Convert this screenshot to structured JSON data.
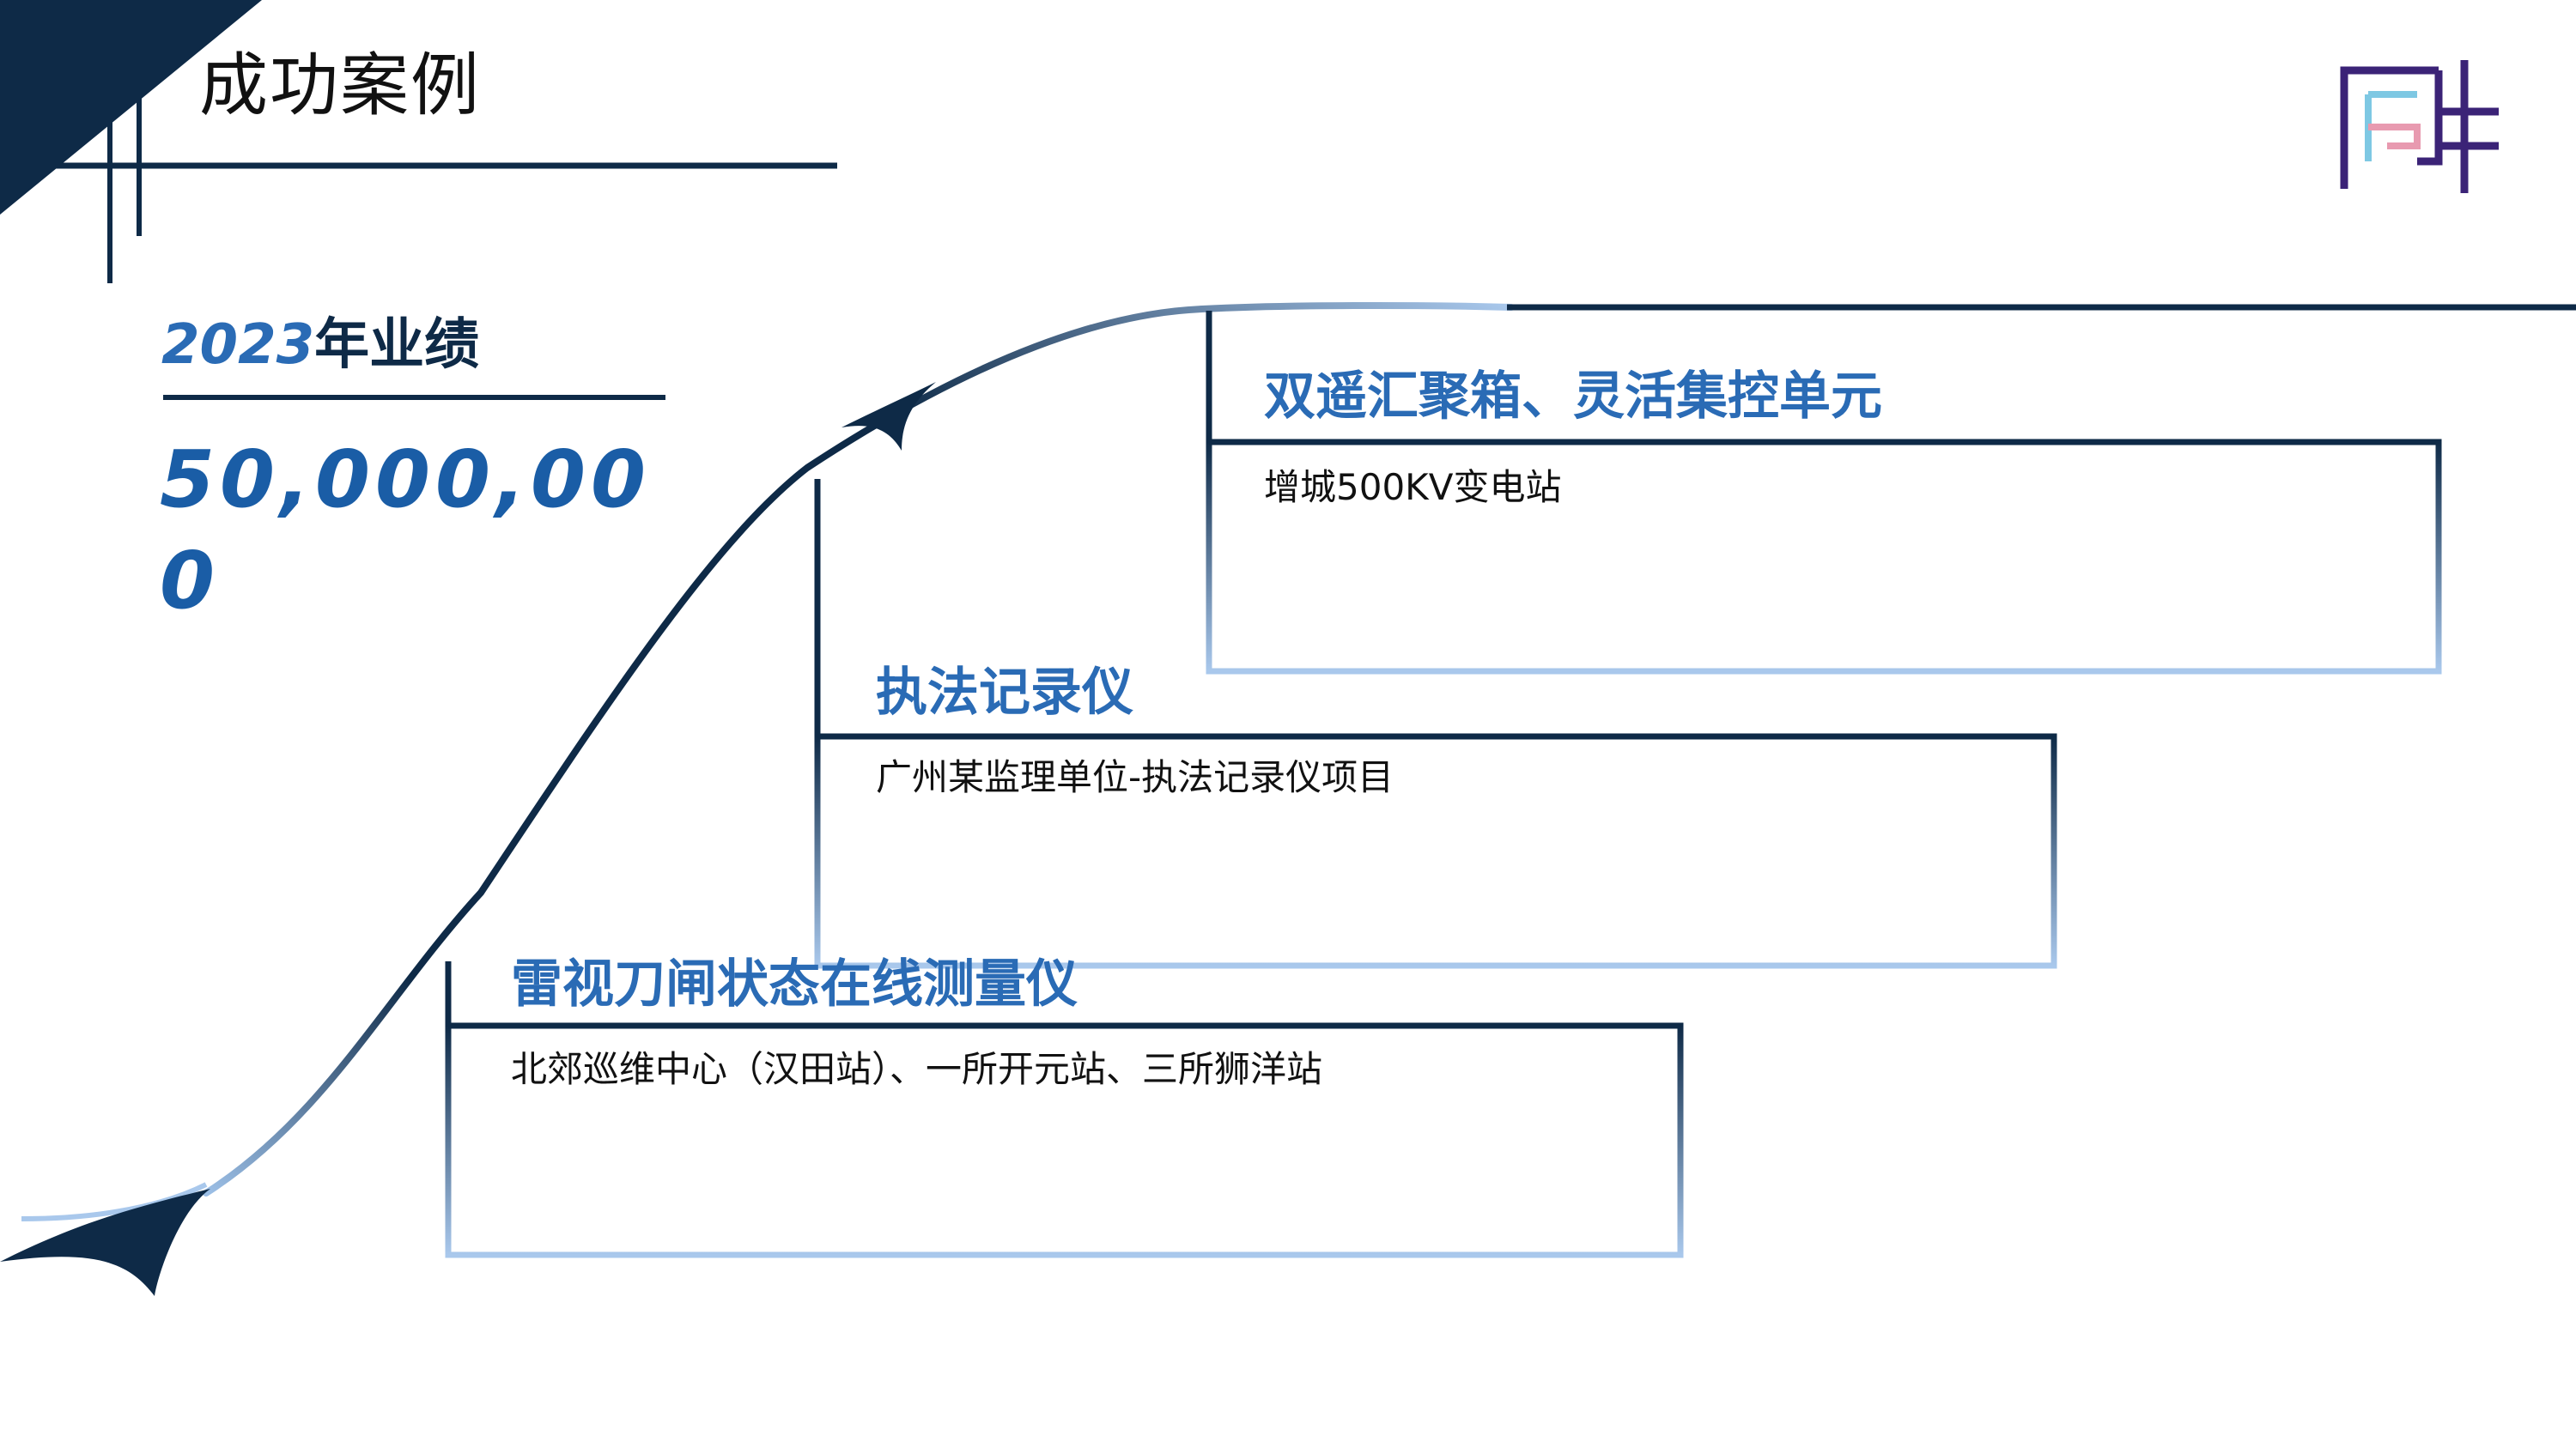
{
  "slide": {
    "title": "成功案例",
    "performance": {
      "year": "2023",
      "label": "年业绩",
      "value": "50,000,000"
    },
    "cases": [
      {
        "title": "双遥汇聚箱、灵活集控单元",
        "description": "增城500KV变电站"
      },
      {
        "title": "执法记录仪",
        "description": "广州某监理单位-执法记录仪项目"
      },
      {
        "title": "雷视刀闸状态在线测量仪",
        "description": "北郊巡维中心（汉田站）、一所开元站、三所狮洋站"
      }
    ],
    "colors": {
      "navy": "#0e2a47",
      "blue": "#2a6bb5",
      "light_blue": "#a9c8ec",
      "logo_purple": "#3b2377",
      "logo_cyan": "#7ec8e3",
      "logo_pink": "#e89ab0"
    },
    "icons": {
      "logo": "company-logo-icon",
      "arrow": "growth-arrow-icon"
    }
  }
}
